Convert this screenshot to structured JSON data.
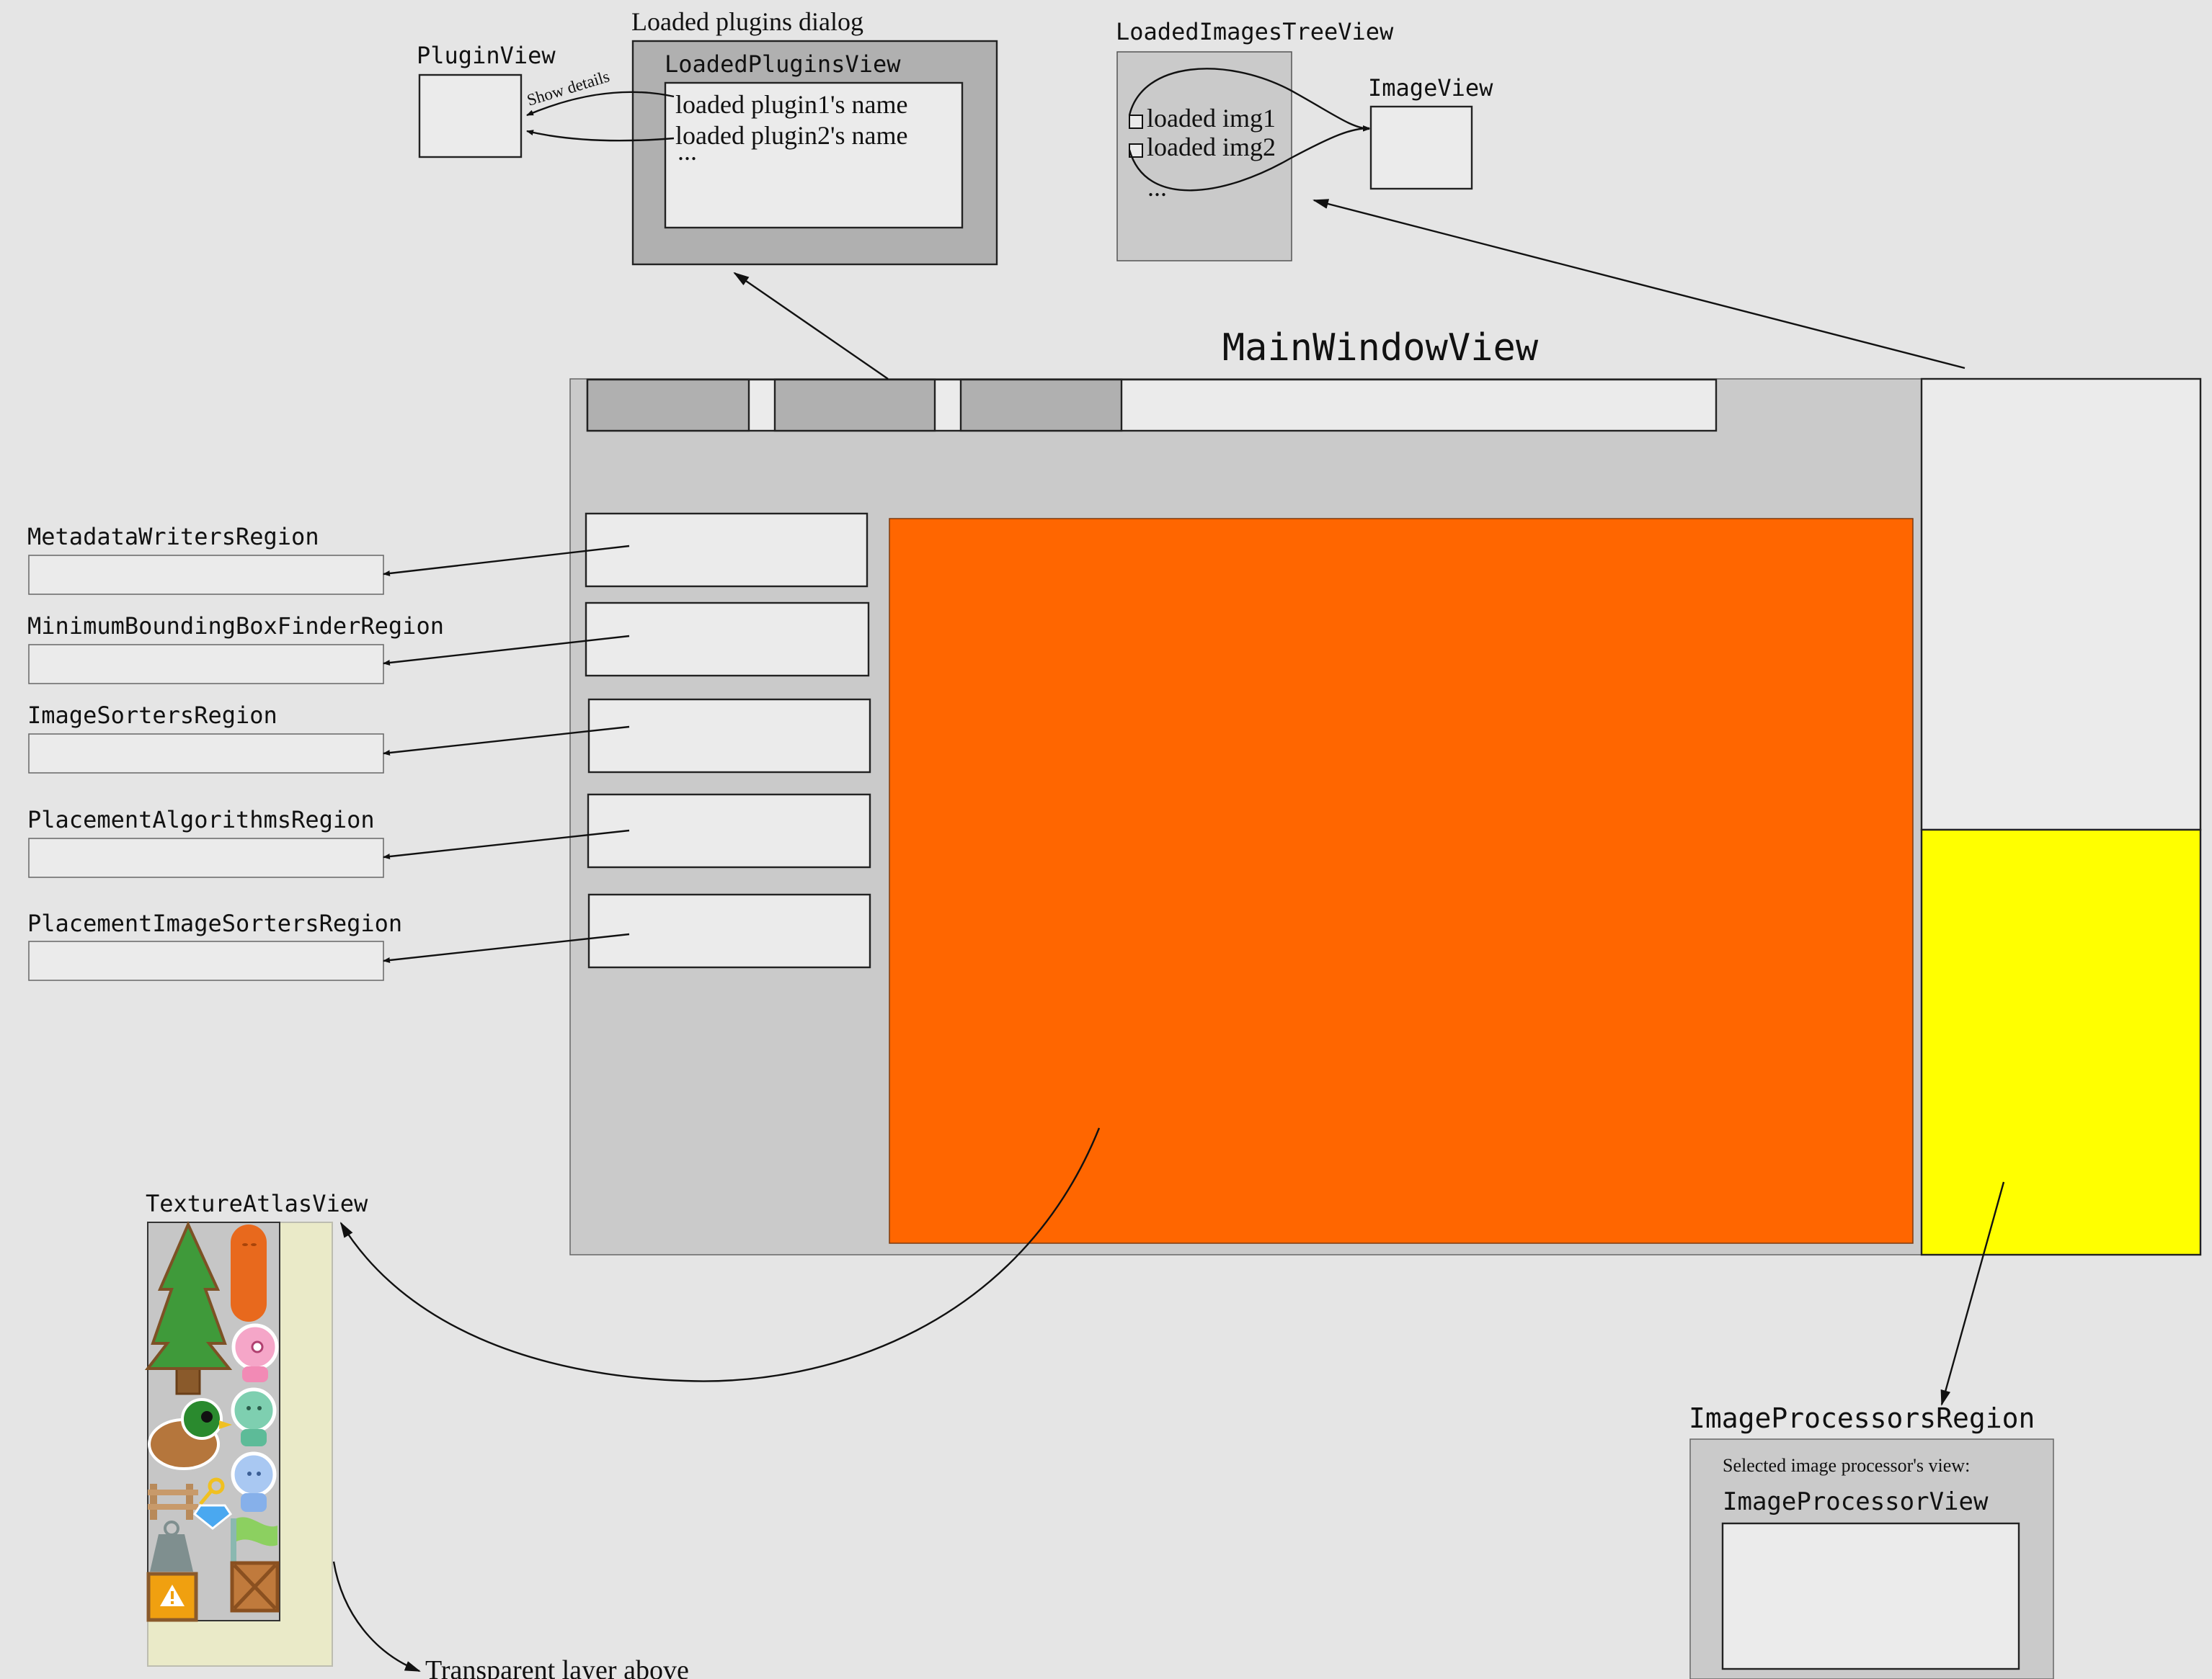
{
  "colors": {
    "page_background": "#e5e5e5",
    "light_box": "#ebebeb",
    "panel_gray": "#cacaca",
    "dark_gray": "#b0b0b0",
    "content_orange": "#ff6600",
    "processor_yellow": "#ffff00",
    "transparent_layer": "#eaeac8"
  },
  "plugins": {
    "dialog_title": "Loaded plugins dialog",
    "list_view_label": "LoadedPluginsView",
    "items": [
      "loaded plugin1's name",
      "loaded plugin2's name"
    ],
    "more": "...",
    "plugin_view_label": "PluginView",
    "show_details": "Show details"
  },
  "images": {
    "tree_view_label": "LoadedImagesTreeView",
    "items": [
      "loaded img1",
      "loaded img2"
    ],
    "more": "...",
    "image_view_label": "ImageView"
  },
  "main_window": {
    "label": "MainWindowView",
    "toolbar_tabs": 3
  },
  "regions": [
    {
      "label": "MetadataWritersRegion"
    },
    {
      "label": "MinimumBoundingBoxFinderRegion"
    },
    {
      "label": "ImageSortersRegion"
    },
    {
      "label": "PlacementAlgorithmsRegion"
    },
    {
      "label": "PlacementImageSortersRegion"
    }
  ],
  "texture_atlas": {
    "label": "TextureAtlasView",
    "caption": "Transparent layer above"
  },
  "image_processors": {
    "region_label": "ImageProcessorsRegion",
    "caption": "Selected image processor's view:",
    "view_label": "ImageProcessorView"
  }
}
